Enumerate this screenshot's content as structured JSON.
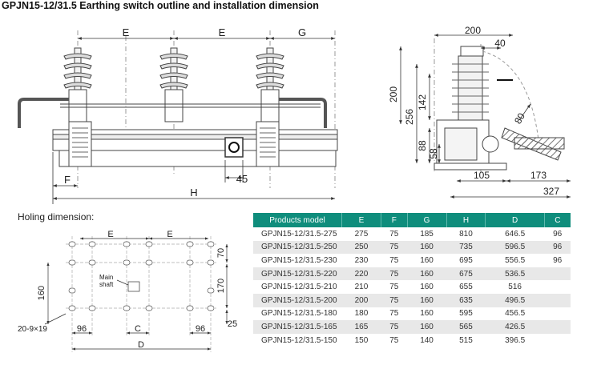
{
  "title": "GPJN15-12/31.5 Earthing switch outline and installation dimension",
  "holing_title": "Holing dimension:",
  "colors": {
    "header_bg": "#0f8d7c",
    "header_text": "#ffffff",
    "alt_row": "#e8e8e8",
    "line": "#444444"
  },
  "front_view": {
    "dim_E1": "E",
    "dim_E2": "E",
    "dim_G": "G",
    "dim_F": "F",
    "dim_45": "45",
    "dim_H": "H"
  },
  "side_view": {
    "d200_top": "200",
    "d40": "40",
    "d200_left": "200",
    "d256": "256",
    "d142": "142",
    "d80": "80",
    "d88": "88",
    "d58": "58",
    "d105": "105",
    "d173": "173",
    "d327": "327"
  },
  "holing": {
    "E1": "E",
    "E2": "E",
    "main_shaft_1": "Main",
    "main_shaft_2": "shaft",
    "d160": "160",
    "d70": "70",
    "d170": "170",
    "d25": "25",
    "holes": "20-9×19",
    "d96a": "96",
    "C": "C",
    "d96b": "96",
    "D": "D"
  },
  "table": {
    "headers": [
      "Products model",
      "E",
      "F",
      "G",
      "H",
      "D",
      "C"
    ],
    "rows": [
      [
        "GPJN15-12/31.5-275",
        "275",
        "75",
        "185",
        "810",
        "646.5",
        "96"
      ],
      [
        "GPJN15-12/31.5-250",
        "250",
        "75",
        "160",
        "735",
        "596.5",
        "96"
      ],
      [
        "GPJN15-12/31.5-230",
        "230",
        "75",
        "160",
        "695",
        "556.5",
        "96"
      ],
      [
        "GPJN15-12/31.5-220",
        "220",
        "75",
        "160",
        "675",
        "536.5",
        ""
      ],
      [
        "GPJN15-12/31.5-210",
        "210",
        "75",
        "160",
        "655",
        "516",
        ""
      ],
      [
        "GPJN15-12/31.5-200",
        "200",
        "75",
        "160",
        "635",
        "496.5",
        ""
      ],
      [
        "GPJN15-12/31.5-180",
        "180",
        "75",
        "160",
        "595",
        "456.5",
        ""
      ],
      [
        "GPJN15-12/31.5-165",
        "165",
        "75",
        "160",
        "565",
        "426.5",
        ""
      ],
      [
        "GPJN15-12/31.5-150",
        "150",
        "75",
        "140",
        "515",
        "396.5",
        ""
      ]
    ]
  }
}
